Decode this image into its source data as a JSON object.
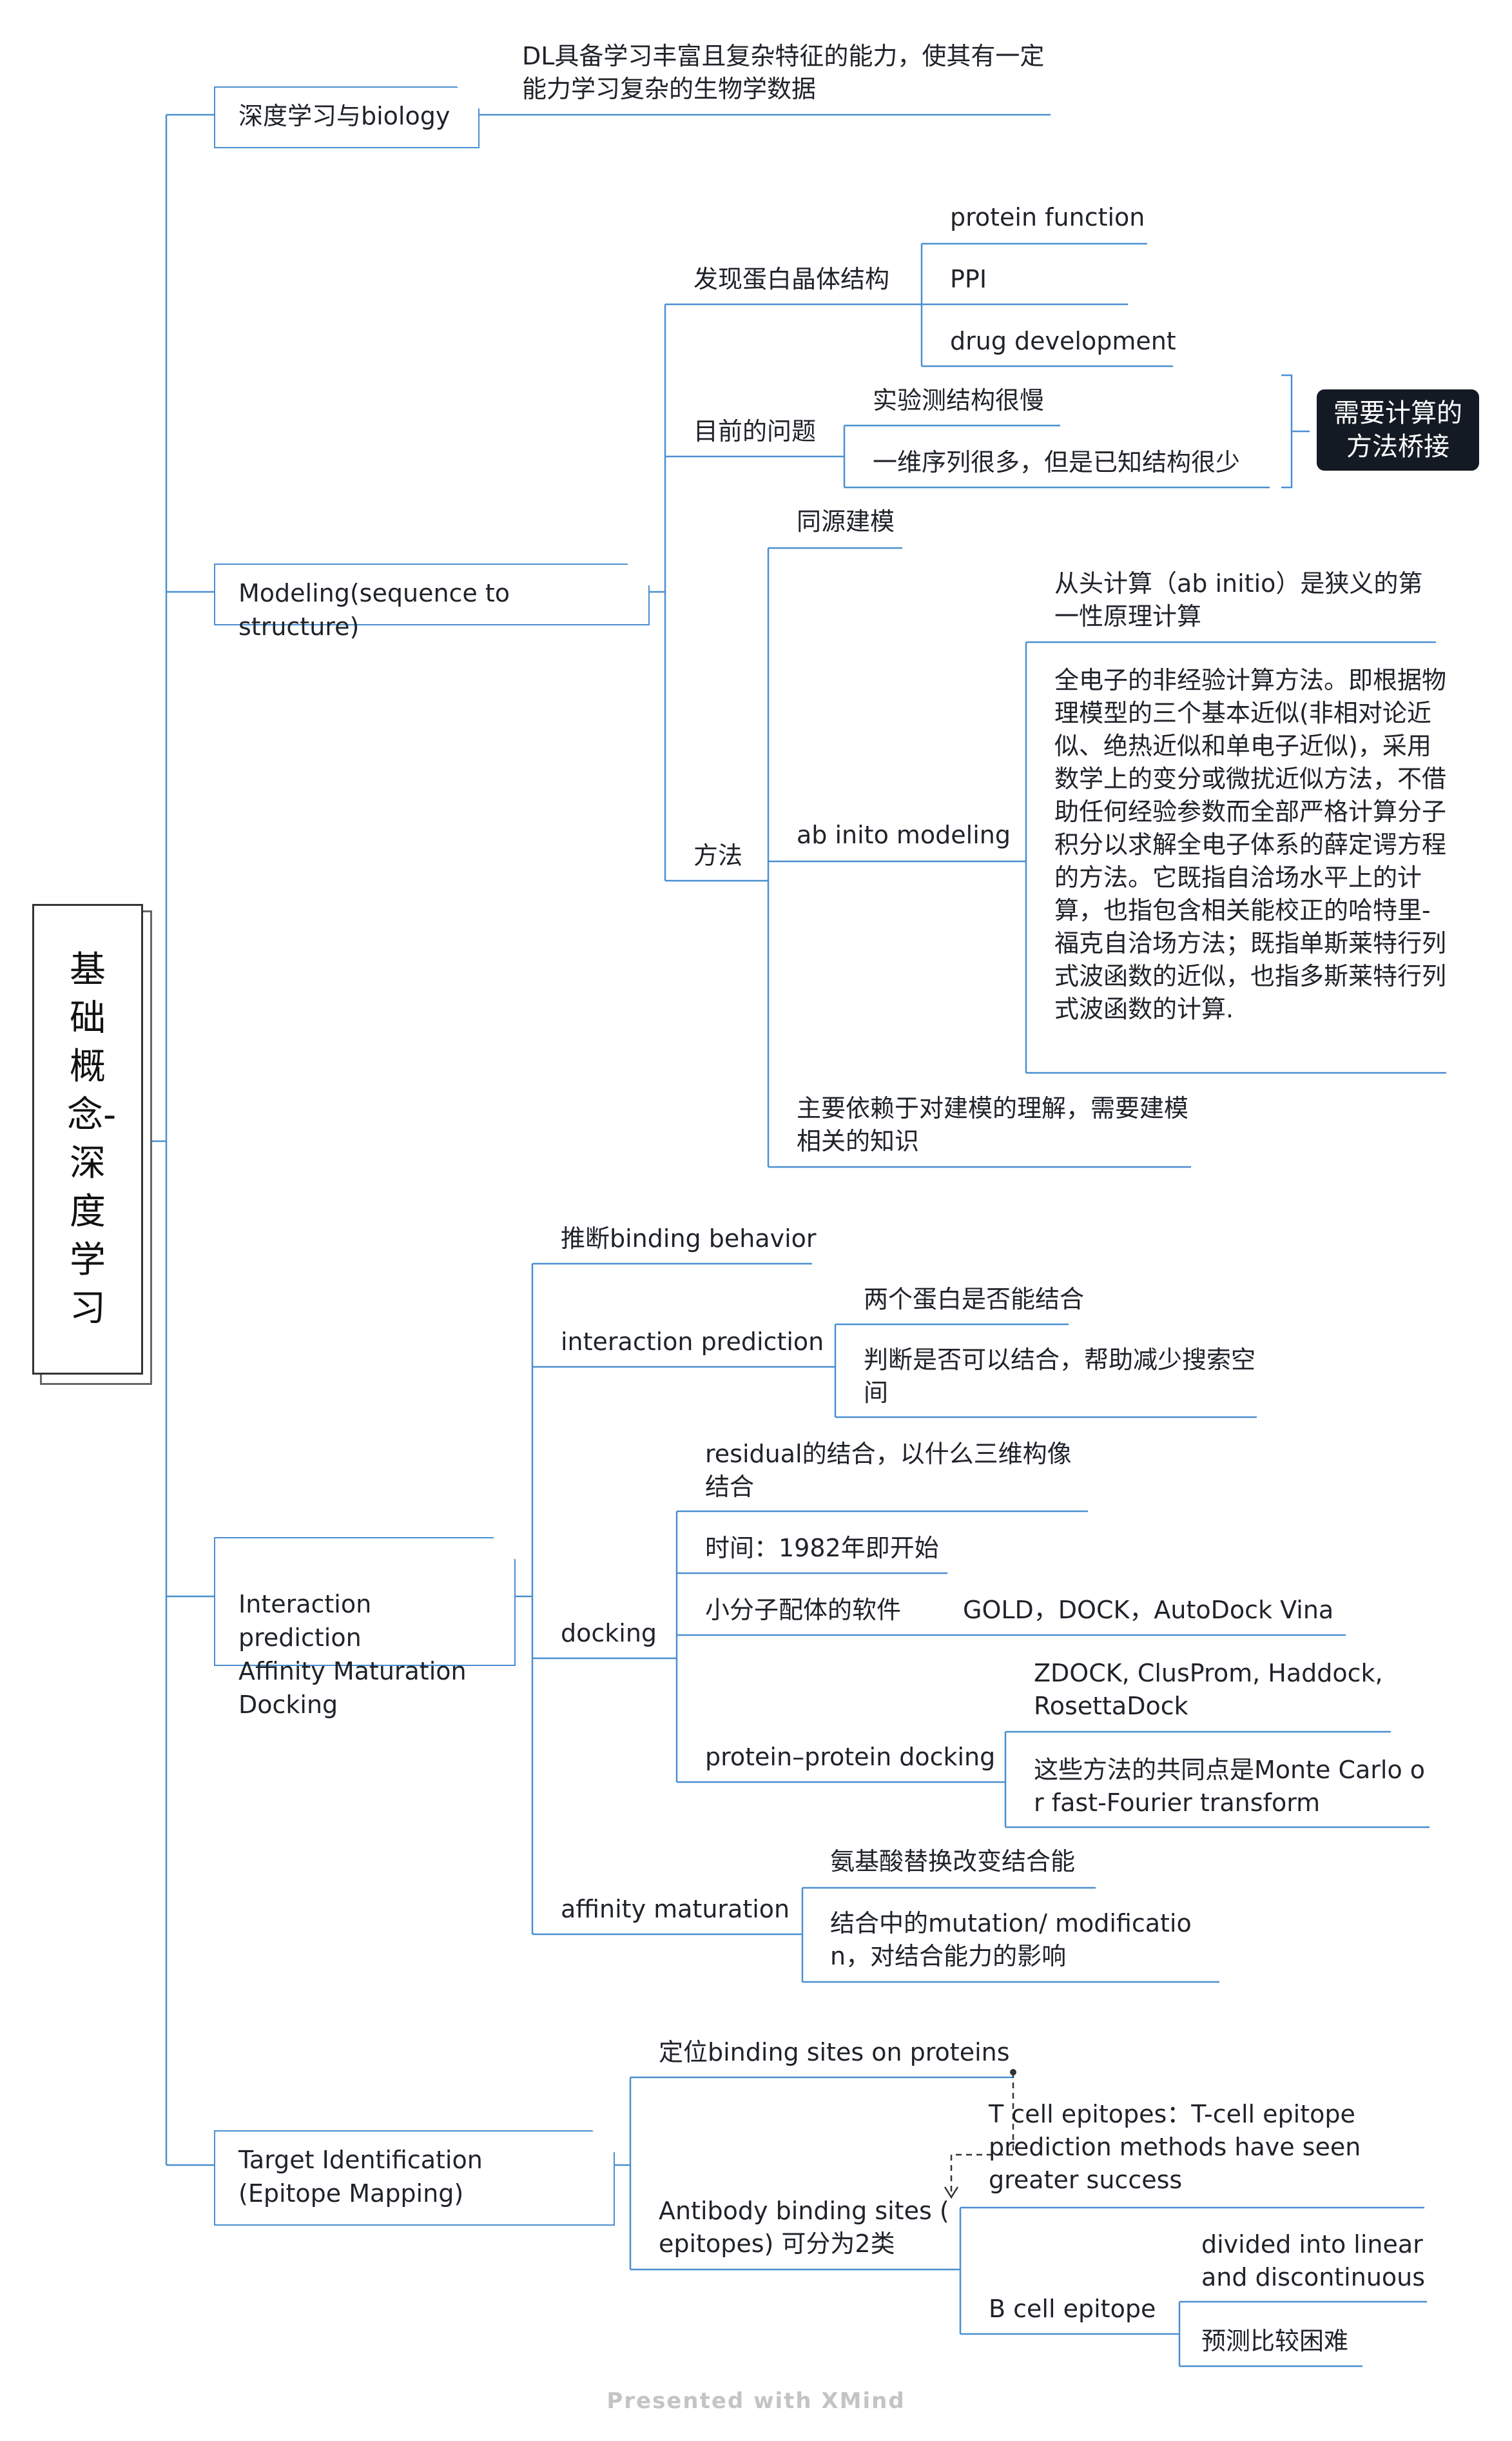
{
  "root": {
    "title": "基础概念-深度学习"
  },
  "branches": {
    "biology": {
      "label": "深度学习与biology",
      "note": "DL具备学习丰富且复杂特征的能力，使其有一定能力学习复杂的生物学数据"
    },
    "modeling": {
      "label": "Modeling(sequence to structure)",
      "crystal": {
        "label": "发现蛋白晶体结构",
        "items": [
          "protein function",
          "PPI",
          "drug development"
        ]
      },
      "problems": {
        "label": "目前的问题",
        "items": [
          "实验测结构很慢",
          "一维序列很多，但是已知结构很少"
        ],
        "summary": "需要计算的方法桥接"
      },
      "methods": {
        "label": "方法",
        "homology": "同源建模",
        "abinito": {
          "label": "ab inito modeling",
          "def1": "从头计算（ab initio）是狭义的第一性原理计算",
          "def2": "全电子的非经验计算方法。即根据物理模型的三个基本近似(非相对论近似、绝热近似和单电子近似)，采用数学上的变分或微扰近似方法，不借助任何经验参数而全部严格计算分子积分以求解全电子体系的薛定谔方程的方法。它既指自洽场水平上的计算，也指包含相关能校正的哈特里-福克自洽场方法；既指单斯莱特行列式波函数的近似，也指多斯莱特行列式波函数的计算."
        },
        "note": "主要依赖于对建模的理解，需要建模相关的知识"
      }
    },
    "interaction": {
      "label": "Interaction prediction\nAffinity Maturation\nDocking",
      "infer": "推断binding behavior",
      "ip": {
        "label": "interaction prediction",
        "items": [
          "两个蛋白是否能结合",
          "判断是否可以结合，帮助减少搜索空间"
        ]
      },
      "docking": {
        "label": "docking",
        "residual": "residual的结合，以什么三维构像结合",
        "time": "时间：1982年即开始",
        "small": {
          "label": "小分子配体的软件",
          "tools": "GOLD，DOCK，AutoDock Vina"
        },
        "pp": {
          "label": "protein–protein docking",
          "tools": "ZDOCK, ClusProm, Haddock, RosettaDock",
          "common": "这些方法的共同点是Monte Carlo or fast-Fourier transform"
        }
      },
      "affinity": {
        "label": "affinity maturation",
        "items": [
          "氨基酸替换改变结合能",
          "结合中的mutation/ modification，对结合能力的影响"
        ]
      }
    },
    "target": {
      "label": "Target Identification (Epitope Mapping)",
      "locate": "定位binding sites on proteins",
      "antibody": {
        "label": "Antibody binding sites ( epitopes) 可分为2类",
        "tcell": "T cell epitopes：T-cell epitope prediction methods have seen greater success",
        "bcell": {
          "label": "B cell epitope",
          "items": [
            "divided into linear and discontinuous",
            "预测比较困难"
          ]
        }
      }
    }
  },
  "footer": "Presented with XMind",
  "colors": {
    "line": "#4a8fd1",
    "text": "#1f2329",
    "summary_bg": "#141a24"
  }
}
